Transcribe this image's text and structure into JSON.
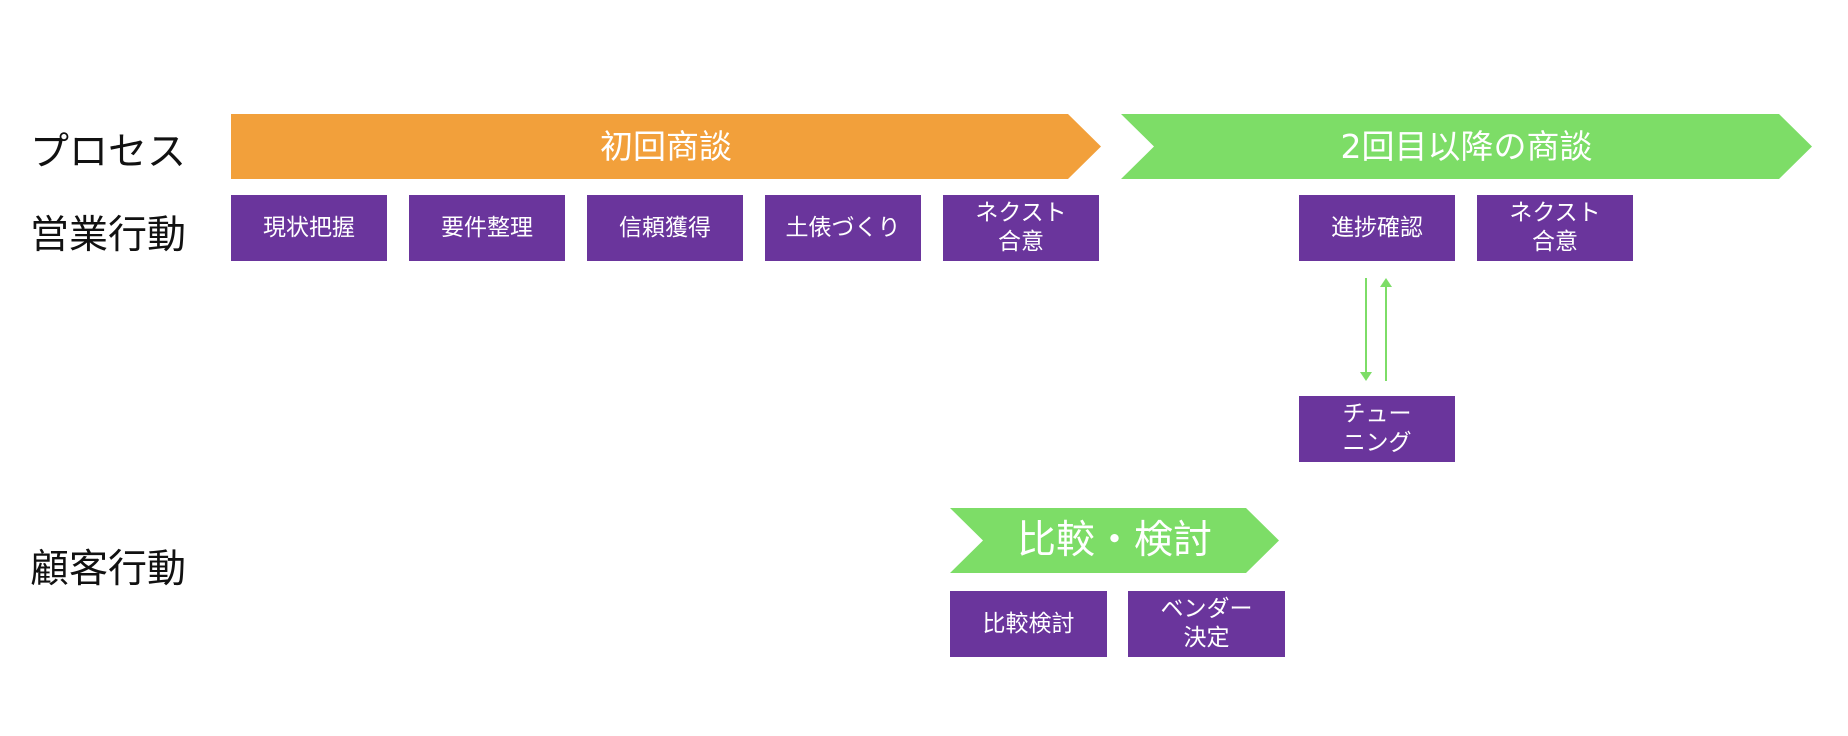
{
  "row_labels": {
    "process": "プロセス",
    "sales_action": "営業行動",
    "customer_action": "顧客行動"
  },
  "stages": {
    "first_meeting": "初回商談",
    "second_onward": "2回目以降の商談",
    "compare_review": "比較・検討"
  },
  "sales_steps": [
    "現状把握",
    "要件整理",
    "信頼獲得",
    "土俵づくり",
    "ネクスト\n合意"
  ],
  "later_steps": [
    "進捗確認",
    "ネクスト\n合意"
  ],
  "tuning": "チュー\nニング",
  "customer_steps": [
    "比較検討",
    "ベンダー\n決定"
  ],
  "colors": {
    "orange": "#f2a03b",
    "green": "#7ddd67",
    "purple": "#6a359c"
  }
}
